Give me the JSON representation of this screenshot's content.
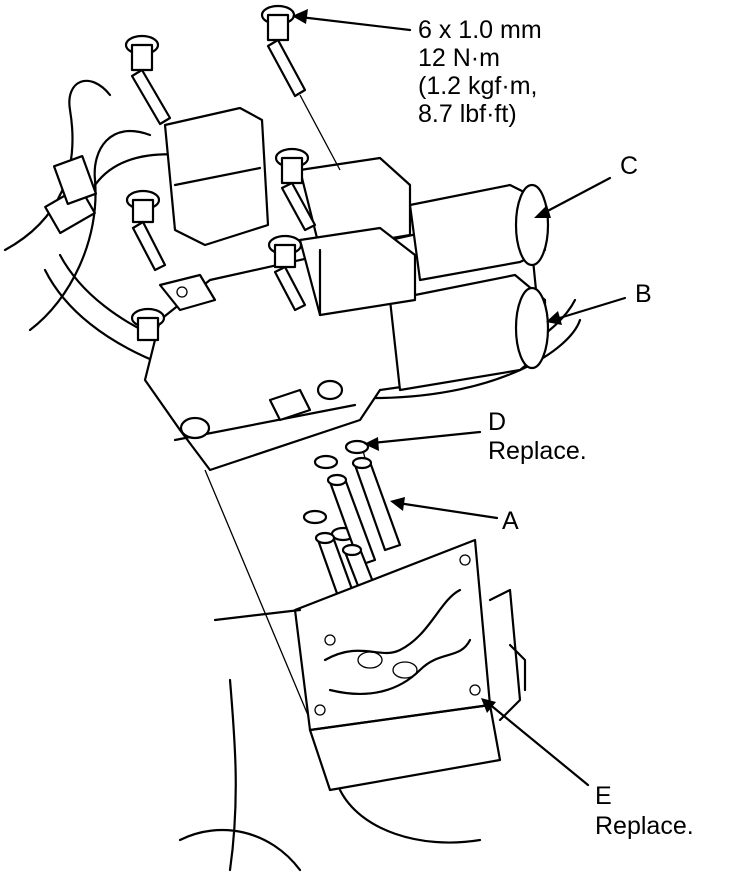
{
  "torque_spec": {
    "size": "6 x 1.0 mm",
    "torque_nm": "12 N·m",
    "torque_kgf": "(1.2 kgf·m,",
    "torque_lbf": "8.7 lbf·ft)"
  },
  "callouts": {
    "c": "C",
    "b": "B",
    "d": "D",
    "d_note": "Replace.",
    "a": "A",
    "e": "E",
    "e_note": "Replace."
  }
}
